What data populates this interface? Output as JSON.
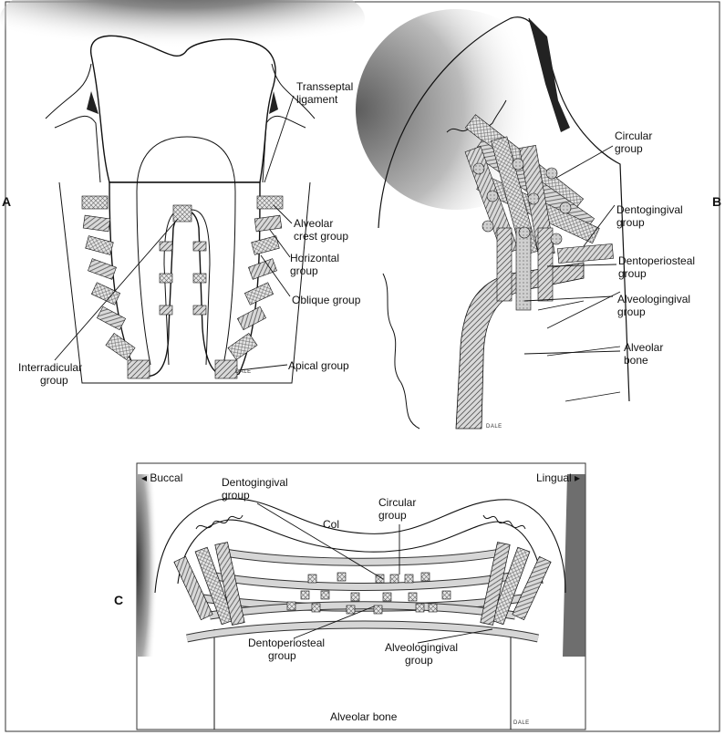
{
  "panel_a": {
    "letter": "A",
    "labels": {
      "transseptal": [
        "Transseptal",
        "ligament"
      ],
      "alveolar_crest": [
        "Alveolar",
        "crest group"
      ],
      "horizontal": [
        "Horizontal",
        "group"
      ],
      "oblique": "Oblique group",
      "interradicular": [
        "Interradicular",
        "group"
      ],
      "apical": "Apical group"
    },
    "signature": "DALE"
  },
  "panel_b": {
    "letter": "B",
    "labels": {
      "circular": [
        "Circular",
        "group"
      ],
      "dentogingival": [
        "Dentogingival",
        "group"
      ],
      "dentoperiosteal": [
        "Dentoperiosteal",
        "group"
      ],
      "alveologingival": [
        "Alveologingival",
        "group"
      ],
      "alveolar_bone": [
        "Alveolar",
        "bone"
      ]
    },
    "signature": "DALE"
  },
  "panel_c": {
    "letter": "C",
    "labels": {
      "buccal": "◂ Buccal",
      "lingual": "Lingual ▸",
      "dentogingival": [
        "Dentogingival",
        "group"
      ],
      "col": "Col",
      "circular": [
        "Circular",
        "group"
      ],
      "dentoperiosteal": [
        "Dentoperiosteal",
        "group"
      ],
      "alveologingival": [
        "Alveologingival",
        "group"
      ],
      "alveolar_bone": "Alveolar bone"
    },
    "signature": "DALE"
  }
}
